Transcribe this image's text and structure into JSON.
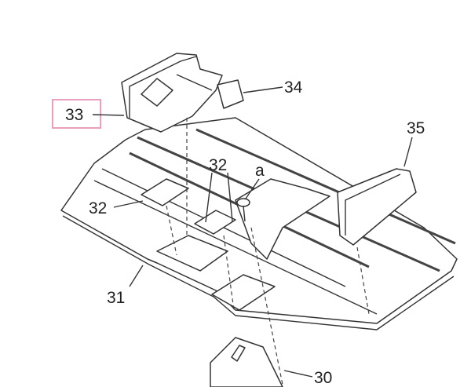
{
  "diagram": {
    "labels": {
      "part_33": "33",
      "part_34": "34",
      "part_35": "35",
      "part_32_upper": "32",
      "part_32_left": "32",
      "screw_a": "a",
      "part_31": "31",
      "part_30": "30"
    },
    "highlight_color": "#e8a0bd"
  }
}
